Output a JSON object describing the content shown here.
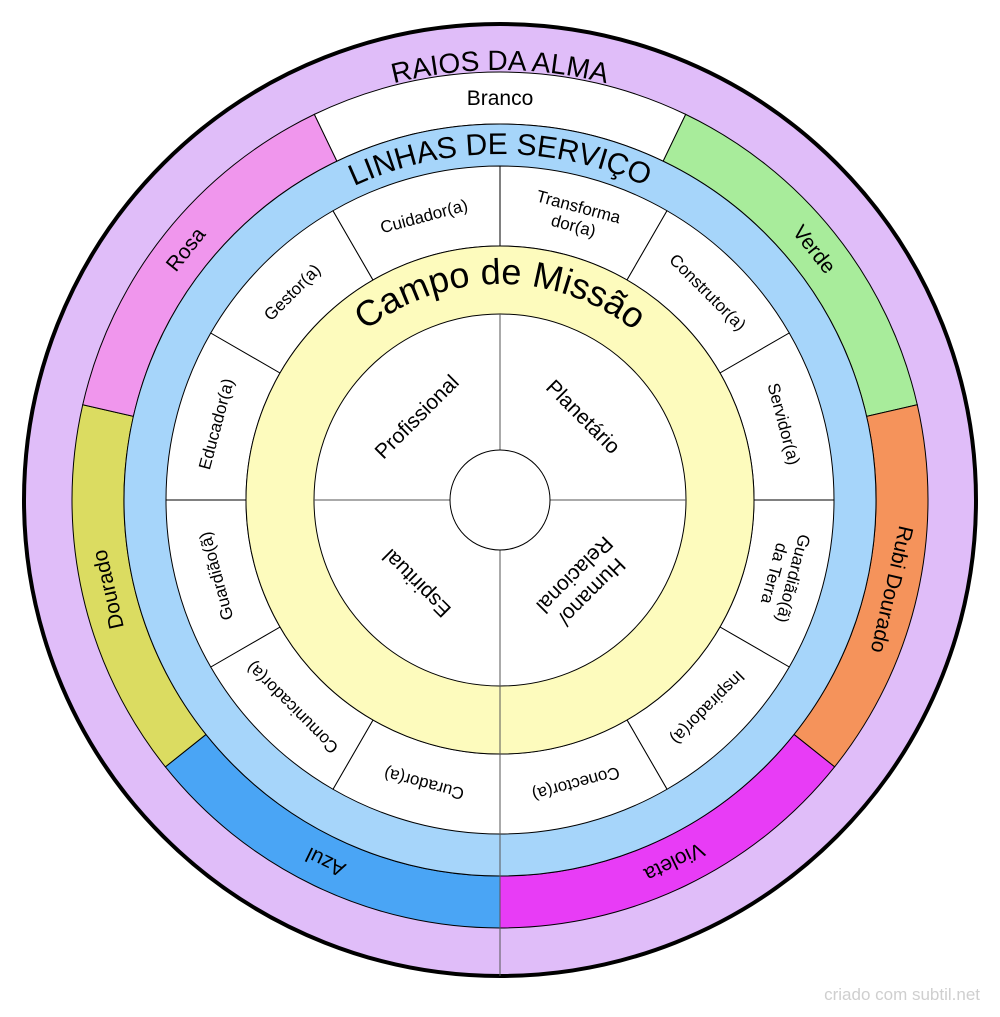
{
  "rays": {
    "title": "RAIOS DA ALMA",
    "segments": [
      {
        "label": "Branco",
        "color": "#ffffff"
      },
      {
        "label": "Verde",
        "color": "#a8ec9b"
      },
      {
        "label": "Rubi Dourado",
        "color": "#f5935b"
      },
      {
        "label": "Violeta",
        "color": "#e83cf6"
      },
      {
        "label": "Azul",
        "color": "#4aa5f5"
      },
      {
        "label": "Dourado",
        "color": "#dbdc61"
      },
      {
        "label": "Rosa",
        "color": "#f096ed"
      }
    ],
    "ring_color": "#e0bdf9"
  },
  "service": {
    "title": "LINHAS DE SERVIÇO",
    "ring_color": "#a6d5fa",
    "segments": [
      {
        "label": [
          "Transforma",
          "dor(a)"
        ]
      },
      {
        "label": [
          "Construtor(a)"
        ]
      },
      {
        "label": [
          "Servidor(a)"
        ]
      },
      {
        "label": [
          "Guardião(ã)",
          "da Terra"
        ]
      },
      {
        "label": [
          "Inspirador(a)"
        ]
      },
      {
        "label": [
          "Conector(a)"
        ]
      },
      {
        "label": [
          "Curador(a)"
        ]
      },
      {
        "label": [
          "Comunicador(a)"
        ]
      },
      {
        "label": [
          "Guardião(ã)"
        ]
      },
      {
        "label": [
          "Educador(a)"
        ]
      },
      {
        "label": [
          "Gestor(a)"
        ]
      },
      {
        "label": [
          "Cuidador(a)"
        ]
      }
    ]
  },
  "mission": {
    "title": "Campo de Missão",
    "ring_color": "#fdfbbd",
    "quadrants": [
      {
        "label": [
          "Planetário"
        ]
      },
      {
        "label": [
          "Humano/",
          "Relacional"
        ]
      },
      {
        "label": [
          "Espiritual"
        ]
      },
      {
        "label": [
          "Profissional"
        ]
      }
    ]
  },
  "watermark": "criado com subtil.net"
}
